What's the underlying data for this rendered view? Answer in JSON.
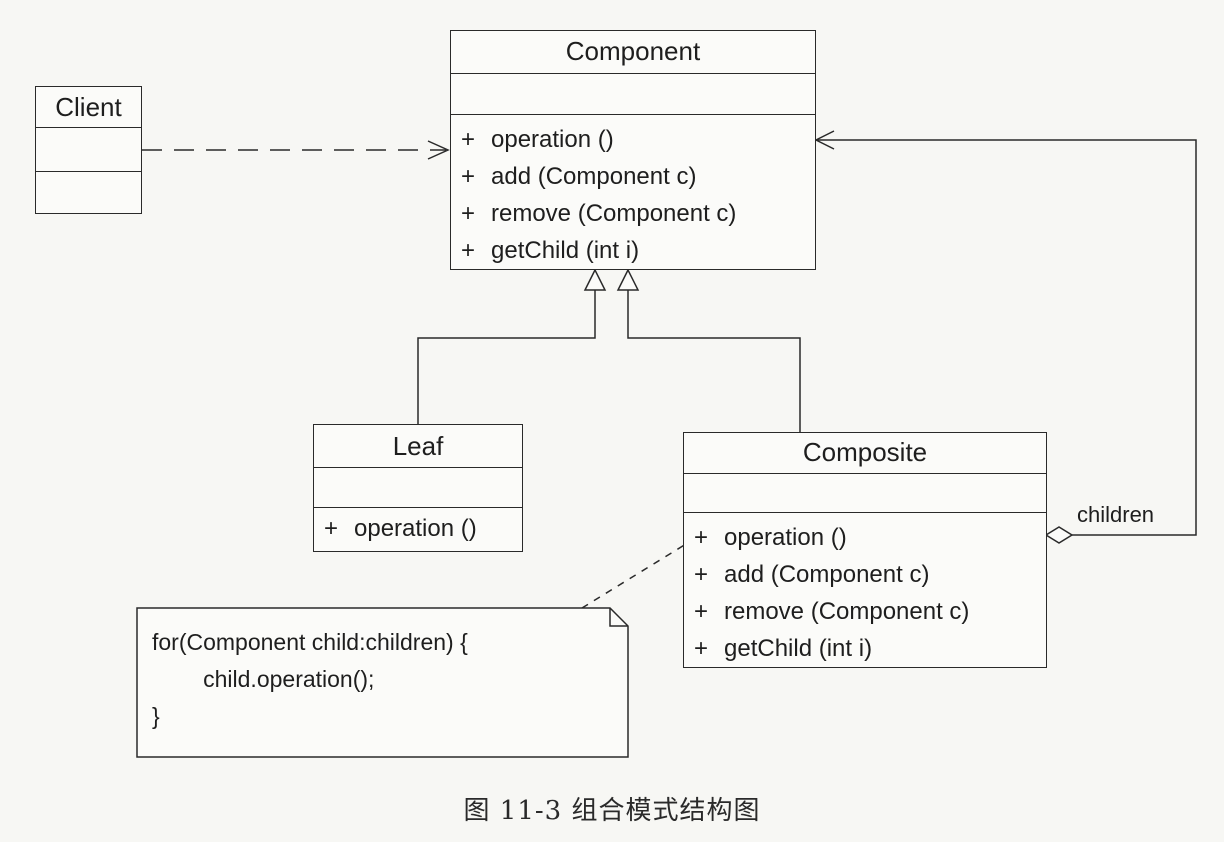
{
  "diagram": {
    "classes": {
      "component": {
        "name": "Component",
        "operations": [
          {
            "vis": "+",
            "sig": "operation ()"
          },
          {
            "vis": "+",
            "sig": "add (Component c)"
          },
          {
            "vis": "+",
            "sig": "remove (Component c)"
          },
          {
            "vis": "+",
            "sig": "getChild (int i)"
          }
        ]
      },
      "client": {
        "name": "Client",
        "operations": []
      },
      "leaf": {
        "name": "Leaf",
        "operations": [
          {
            "vis": "+",
            "sig": "operation ()"
          }
        ]
      },
      "composite": {
        "name": "Composite",
        "operations": [
          {
            "vis": "+",
            "sig": "operation ()"
          },
          {
            "vis": "+",
            "sig": "add (Component c)"
          },
          {
            "vis": "+",
            "sig": "remove (Component c)"
          },
          {
            "vis": "+",
            "sig": "getChild (int i)"
          }
        ]
      }
    },
    "note": {
      "lines": [
        "for(Component child:children) {",
        "        child.operation();",
        "}"
      ]
    },
    "association_label": "children",
    "caption": "图 11-3   组合模式结构图"
  }
}
